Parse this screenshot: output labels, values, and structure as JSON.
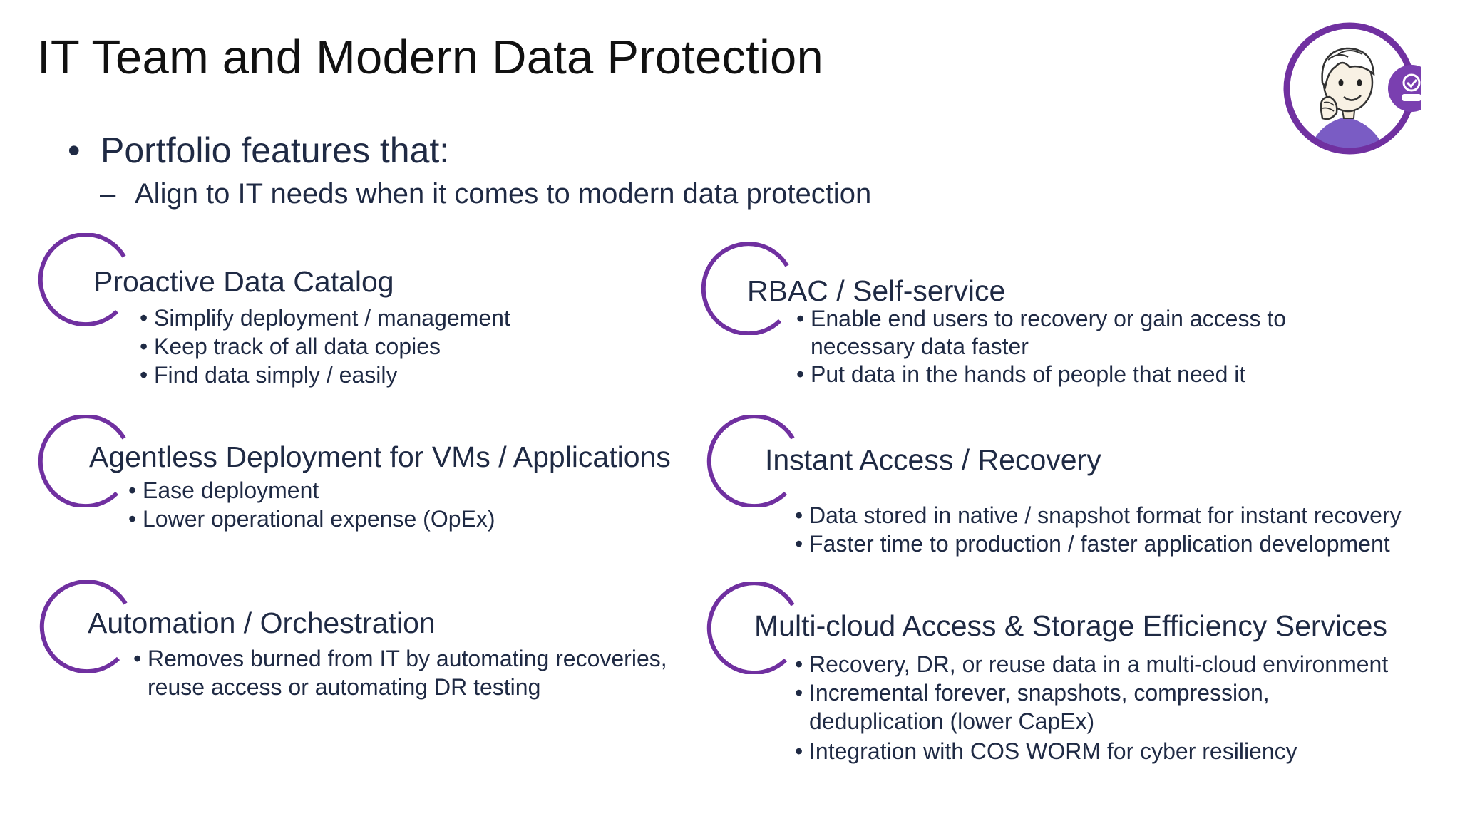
{
  "slide": {
    "title": "IT Team and Modern Data Protection",
    "main_bullet": "Portfolio features that:",
    "sub_bullet": "Align to IT needs when it comes to modern data protection"
  },
  "colors": {
    "accent_purple": "#7030a0",
    "text_navy": "#1f2a44"
  },
  "features": [
    {
      "title": "Proactive Data Catalog",
      "items": [
        "Simplify deployment / management",
        "Keep track of all data copies",
        "Find data simply / easily"
      ]
    },
    {
      "title": "RBAC / Self-service",
      "items": [
        "Enable end users to recovery or gain access to necessary data faster",
        "Put data in the hands of people that need it"
      ]
    },
    {
      "title": "Agentless Deployment for VMs / Applications",
      "items": [
        "Ease deployment",
        "Lower operational expense (OpEx)"
      ]
    },
    {
      "title": "Instant Access / Recovery",
      "items": [
        "Data stored in native / snapshot format for instant recovery",
        "Faster time to production / faster application development"
      ]
    },
    {
      "title": "Automation / Orchestration",
      "items": [
        "Removes burned from IT by automating recoveries, reuse access or automating DR testing"
      ]
    },
    {
      "title": "Multi-cloud Access & Storage Efficiency Services",
      "items": [
        "Recovery, DR, or reuse data in a multi-cloud environment",
        "Incremental forever, snapshots, compression, deduplication (lower CapEx)",
        "Integration with COS WORM for cyber resiliency"
      ]
    }
  ],
  "avatar": {
    "icon": "presenter-avatar-icon",
    "badge_icon": "verified-user-badge-icon"
  }
}
